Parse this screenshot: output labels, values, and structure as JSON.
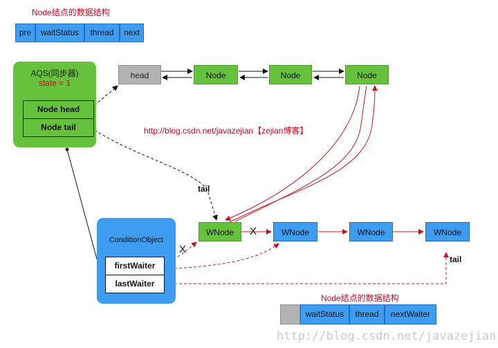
{
  "top_struct": {
    "title": "Node结点的数据结构",
    "fields": [
      "pre",
      "waitStatus",
      "thread",
      "next"
    ]
  },
  "bottom_struct": {
    "title": "Node结点的数据结构",
    "fields": [
      "",
      "waitStatus",
      "thread",
      "nextWaiter"
    ]
  },
  "aqs": {
    "title": "AQS(同步器)",
    "state": "state = 1",
    "fields": [
      "Node head",
      "Node tail"
    ]
  },
  "sync_queue": {
    "nodes": [
      "head",
      "Node",
      "Node",
      "Node"
    ]
  },
  "condition": {
    "title": "ConditionObject",
    "fields": [
      "firstWaiter",
      "lastWaiter"
    ]
  },
  "wait_queue": {
    "nodes": [
      "WNode",
      "WNode",
      "WNode",
      "WNode"
    ]
  },
  "labels": {
    "tail_upper": "tail",
    "tail_lower": "tail",
    "x_upper": "X",
    "x_lower": "X",
    "url": "http://blog.csdn.net/javazejian【zejian博客】",
    "watermark": "http://blog.csdn.net/javazejian"
  },
  "colors": {
    "green": "#66c23d",
    "blue": "#3e9df0",
    "gray": "#b3b3b3",
    "red": "#d0021b"
  }
}
